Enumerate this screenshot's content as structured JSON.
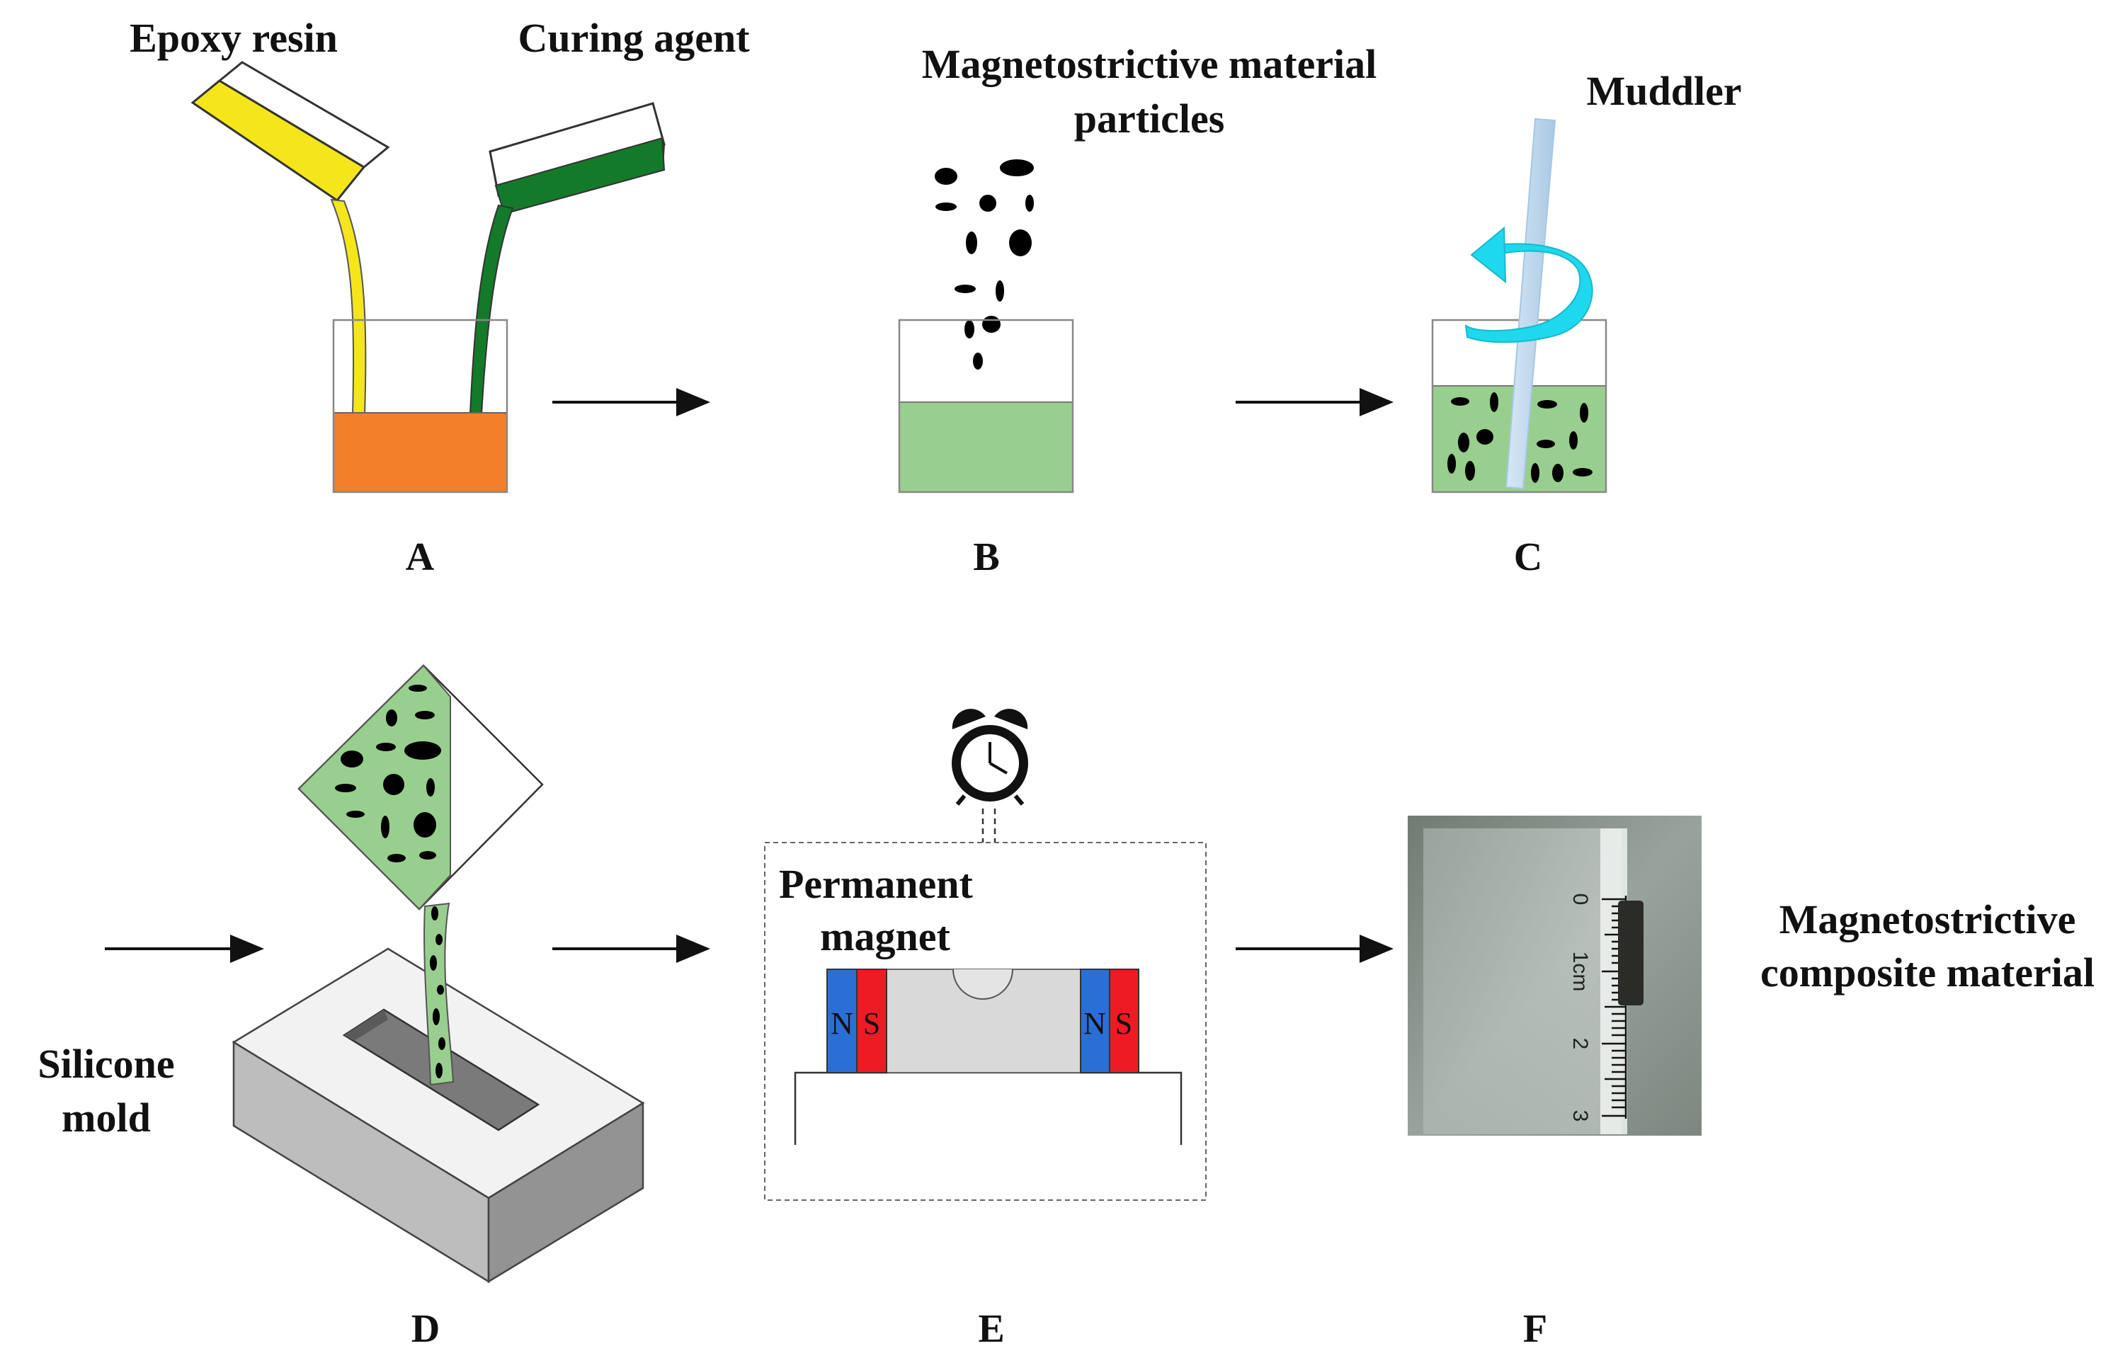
{
  "labels": {
    "epoxy_resin": "Epoxy resin",
    "curing_agent": "Curing agent",
    "particles_line1": "Magnetostrictive material",
    "particles_line2": "particles",
    "muddler": "Muddler",
    "silicone_line1": "Silicone",
    "silicone_line2": "mold",
    "permanent_line1": "Permanent",
    "permanent_line2": "magnet",
    "composite_line1": "Magnetostrictive",
    "composite_line2": "composite material"
  },
  "steps": {
    "a": "A",
    "b": "B",
    "c": "C",
    "d": "D",
    "e": "E",
    "f": "F"
  },
  "magnets": {
    "left_n": "N",
    "left_s": "S",
    "right_n": "N",
    "right_s": "S"
  },
  "ruler": {
    "tick_0": "0",
    "tick_1": "1cm",
    "tick_2": "2",
    "tick_3": "3"
  },
  "colors": {
    "epoxy": "#f4e61b",
    "curing": "#137a2a",
    "mixture": "#f47f2a",
    "solution": "#99cf8e",
    "stir_arrow": "#1ed8ee",
    "north": "#2a6fd6",
    "south": "#ee1b24"
  }
}
